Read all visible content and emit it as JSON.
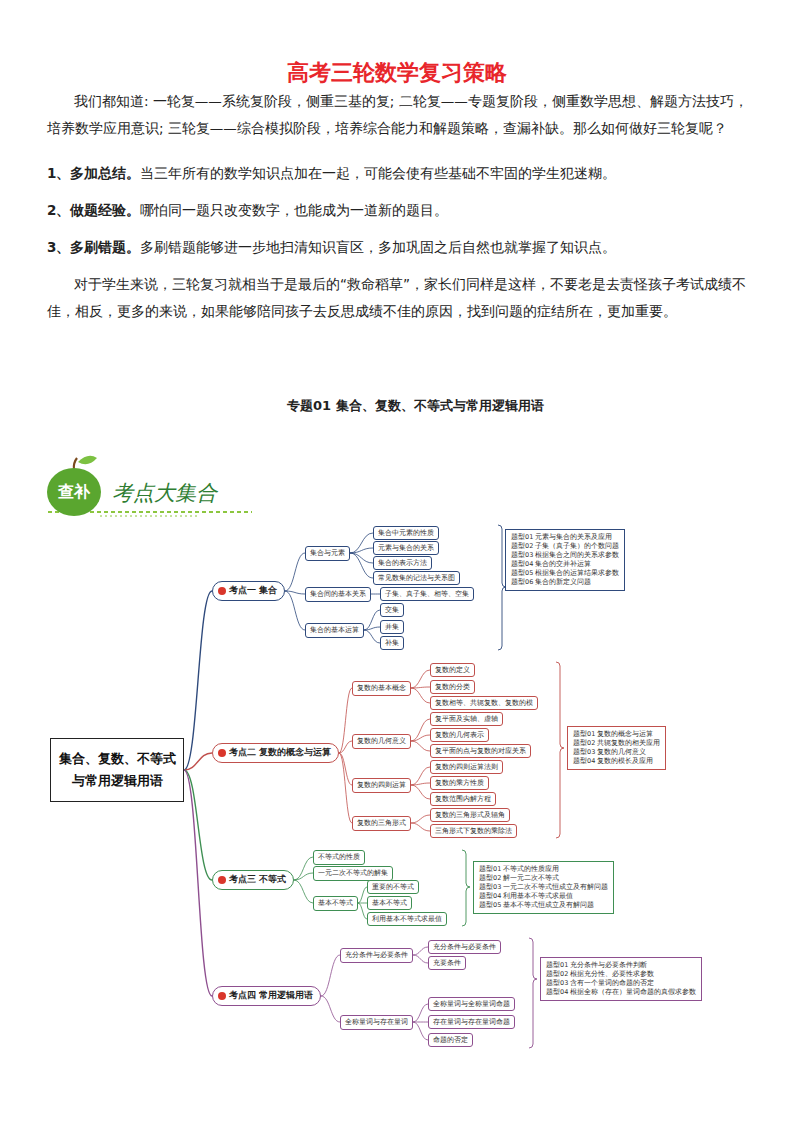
{
  "diagram": {
    "title": "高考三轮数学复习策略",
    "nodes": [
      {
        "text": [
          "查补"
        ]
      },
      {
        "text": [
          "集合、复数、不等式 与常用逻辑用语"
        ]
      },
      {
        "text": [
          "考点一 集合"
        ]
      },
      {
        "text": [
          "集合与元素"
        ]
      },
      {
        "text": [
          "集合中元素的性质"
        ]
      },
      {
        "text": [
          "元素与集合的关系"
        ]
      },
      {
        "text": [
          "集合的表示方法"
        ]
      },
      {
        "text": [
          "常见数集的记法与关系图"
        ]
      },
      {
        "text": [
          "集合间的基本关系"
        ]
      },
      {
        "text": [
          "子集、真子集、相等、空集"
        ]
      },
      {
        "text": [
          "集合的基本运算"
        ]
      },
      {
        "text": [
          "交集"
        ]
      },
      {
        "text": [
          "并集"
        ]
      },
      {
        "text": [
          "补集"
        ]
      },
      {
        "text": [
          "题型01 元素与集合的关系及应用",
          "题型02 子集（真子集）的个数问题",
          "题型03 根据集合之间的关系求参数",
          "题型04 集合的交并补运算",
          "题型05 根据集合的运算结果求参数",
          "题型06 集合的新定义问题"
        ]
      },
      {
        "text": [
          "考点二 复数的概念与运算"
        ]
      },
      {
        "text": [
          "复数的基本概念"
        ]
      },
      {
        "text": [
          "复数的定义"
        ]
      },
      {
        "text": [
          "复数的分类"
        ]
      },
      {
        "text": [
          "复数相等、共轭复数、复数的模"
        ]
      },
      {
        "text": [
          "复数的几何意义"
        ]
      },
      {
        "text": [
          "复平面及实轴、虚轴"
        ]
      },
      {
        "text": [
          "复数的几何表示"
        ]
      },
      {
        "text": [
          "复平面的点与复数的对应关系"
        ]
      },
      {
        "text": [
          "复数的四则运算"
        ]
      },
      {
        "text": [
          "复数的四则运算法则"
        ]
      },
      {
        "text": [
          "复数的乘方性质"
        ]
      },
      {
        "text": [
          "复数范围内解方程"
        ]
      },
      {
        "text": [
          "复数的三角形式"
        ]
      },
      {
        "text": [
          "复数的三角形式及辐角"
        ]
      },
      {
        "text": [
          "三角形式下复数的乘除法"
        ]
      },
      {
        "text": [
          "题型01 复数的概念与运算",
          "题型02 共轭复数的相关应用",
          "题型03 复数的几何意义",
          "题型04 复数的模长及应用"
        ]
      },
      {
        "text": [
          "考点三 不等式"
        ]
      },
      {
        "text": [
          "不等式的性质"
        ]
      },
      {
        "text": [
          "一元二次不等式的解集"
        ]
      },
      {
        "text": [
          "基本不等式"
        ]
      },
      {
        "text": [
          "重要的不等式"
        ]
      },
      {
        "text": [
          "基本不等式"
        ]
      },
      {
        "text": [
          "利用基本不等式求最值"
        ]
      },
      {
        "text": [
          "题型01 不等式的性质应用",
          "题型02 解一元二次不等式",
          "题型03 一元二次不等式恒成立及有解问题",
          "题型04 利用基本不等式求最值",
          "题型05 基本不等式恒成立及有解问题"
        ]
      },
      {
        "text": [
          "考点四 常用逻辑用语"
        ]
      },
      {
        "text": [
          "充分条件与必要条件"
        ]
      },
      {
        "text": [
          "充分条件与必要条件"
        ]
      },
      {
        "text": [
          "充要条件"
        ]
      },
      {
        "text": [
          "全称量词与存在量词"
        ]
      },
      {
        "text": [
          "全称量词与全称量词命题"
        ]
      },
      {
        "text": [
          "存在量词与存在量词命题"
        ]
      },
      {
        "text": [
          "命题的否定"
        ]
      },
      {
        "text": [
          "题型01 充分条件与必要条件判断",
          "题型02 根据充分性、必要性求参数",
          "题型03 含有一个量词的命题的否定",
          "题型04 根据全称（存在）量词命题的真假求参数"
        ]
      }
    ],
    "edges": [
      {
        "from": 1,
        "to": 2,
        "arrow": "none"
      },
      {
        "from": 1,
        "to": 15,
        "arrow": "none"
      },
      {
        "from": 1,
        "to": 32,
        "arrow": "none"
      },
      {
        "from": 1,
        "to": 40,
        "arrow": "none"
      },
      {
        "from": 2,
        "to": 3,
        "arrow": "none"
      },
      {
        "from": 2,
        "to": 8,
        "arrow": "none"
      },
      {
        "from": 2,
        "to": 10,
        "arrow": "none"
      },
      {
        "from": 3,
        "to": 4,
        "arrow": "none"
      },
      {
        "from": 3,
        "to": 5,
        "arrow": "none"
      },
      {
        "from": 3,
        "to": 6,
        "arrow": "none"
      },
      {
        "from": 3,
        "to": 7,
        "arrow": "none"
      },
      {
        "from": 8,
        "to": 9,
        "arrow": "none"
      },
      {
        "from": 10,
        "to": 11,
        "arrow": "none"
      },
      {
        "from": 10,
        "to": 12,
        "arrow": "none"
      },
      {
        "from": 10,
        "to": 13,
        "arrow": "none"
      },
      {
        "from": 15,
        "to": 16,
        "arrow": "none"
      },
      {
        "from": 15,
        "to": 20,
        "arrow": "none"
      },
      {
        "from": 15,
        "to": 24,
        "arrow": "none"
      },
      {
        "from": 15,
        "to": 28,
        "arrow": "none"
      },
      {
        "from": 16,
        "to": 17,
        "arrow": "none"
      },
      {
        "from": 16,
        "to": 18,
        "arrow": "none"
      },
      {
        "from": 16,
        "to": 19,
        "arrow": "none"
      },
      {
        "from": 20,
        "to": 21,
        "arrow": "none"
      },
      {
        "from": 20,
        "to": 22,
        "arrow": "none"
      },
      {
        "from": 20,
        "to": 23,
        "arrow": "none"
      },
      {
        "from": 24,
        "to": 25,
        "arrow": "none"
      },
      {
        "from": 24,
        "to": 26,
        "arrow": "none"
      },
      {
        "from": 24,
        "to": 27,
        "arrow": "none"
      },
      {
        "from": 28,
        "to": 29,
        "arrow": "none"
      },
      {
        "from": 28,
        "to": 30,
        "arrow": "none"
      },
      {
        "from": 32,
        "to": 33,
        "arrow": "none"
      },
      {
        "from": 32,
        "to": 34,
        "arrow": "none"
      },
      {
        "from": 32,
        "to": 35,
        "arrow": "none"
      },
      {
        "from": 35,
        "to": 36,
        "arrow": "none"
      },
      {
        "from": 35,
        "to": 37,
        "arrow": "none"
      },
      {
        "from": 35,
        "to": 38,
        "arrow": "none"
      },
      {
        "from": 40,
        "to": 41,
        "arrow": "none"
      },
      {
        "from": 40,
        "to": 44,
        "arrow": "none"
      },
      {
        "from": 41,
        "to": 42,
        "arrow": "none"
      },
      {
        "from": 41,
        "to": 43,
        "arrow": "none"
      },
      {
        "from": 44,
        "to": 45,
        "arrow": "none"
      },
      {
        "from": 44,
        "to": 46,
        "arrow": "none"
      },
      {
        "from": 44,
        "to": 47,
        "arrow": "none"
      }
    ],
    "labels": [
      "我们都知道: 一轮复——系统复阶段，侧重三基的复; 二轮复——专题复阶段，侧重数学思想、解题方法技巧，培养数学应用意识; 三轮复——综合模拟阶段，培养综合能力和解题策略，查漏补缺。那么如何做好三轮复呢？",
      "1、多加总结。",
      "当三年所有的数学知识点加在一起，可能会使有些基础不牢固的学生犯迷糊。",
      "2、做题经验。",
      "哪怕同一题只改变数字，也能成为一道新的题目。",
      "3、多刷错题。",
      "多刷错题能够进一步地扫清知识盲区，多加巩固之后自然也就掌握了知识点。",
      "对于学生来说，三轮复习就相当于是最后的“救命稻草”，家长们同样是这样，不要老是去责怪孩子考试成绩不佳，相反，更多的来说，如果能够陪同孩子去反思成绩不佳的原因，找到问题的症结所在，更加重要。",
      "专题01  集合、复数、不等式与常用逻辑用语",
      "考点大集合"
    ]
  }
}
